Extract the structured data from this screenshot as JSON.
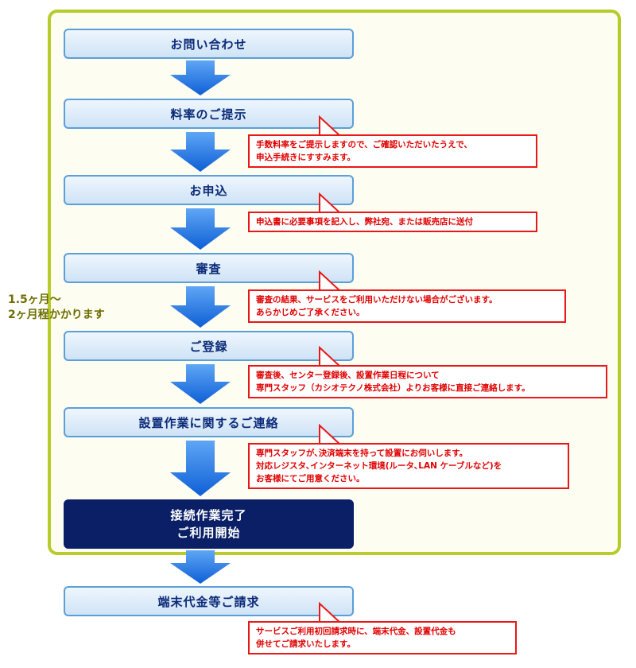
{
  "duration": {
    "line1": "1.5ヶ月～",
    "line2": "2ヶ月程かかります"
  },
  "steps": [
    {
      "label": "お問い合わせ"
    },
    {
      "label": "料率のご提示"
    },
    {
      "label": "お申込"
    },
    {
      "label": "審査"
    },
    {
      "label": "ご登録"
    },
    {
      "label": "設置作業に関するご連絡"
    },
    {
      "label_line1": "接続作業完了",
      "label_line2": "ご利用開始"
    },
    {
      "label": "端末代金等ご請求"
    }
  ],
  "callouts": [
    {
      "lines": [
        "手数料率をご提示しますので、ご確認いただいたうえで、",
        "申込手続きにすすみます。"
      ]
    },
    {
      "lines": [
        "申込書に必要事項を記入し、弊社宛、または販売店に送付"
      ]
    },
    {
      "lines": [
        "審査の結果、サービスをご利用いただけない場合がございます。",
        "あらかじめご了承ください。"
      ]
    },
    {
      "lines": [
        "審査後、センター登録後、設置作業日程について",
        "専門スタッフ（カシオテクノ株式会社）よりお客様に直接ご連絡します。"
      ]
    },
    {
      "lines": [
        "専門スタッフが､決済端末を持って設置にお伺いします。",
        "対応レジスタ､インターネット環境(ルータ､LAN ケーブルなど)を",
        "お客様にてご用意ください。"
      ]
    },
    {
      "lines": [
        "サービスご利用初回請求時に、端末代金、設置代金も",
        "併せてご請求いたします。"
      ]
    }
  ],
  "colors": {
    "frame_border": "#b7cc2a",
    "step_border": "#5b9fd8",
    "step_text": "#0b2a78",
    "final_step_bg": "#0a1f66",
    "arrow": "#1a6fe0",
    "callout_border": "#e81818",
    "callout_text": "#e00000",
    "duration_text": "#6e6e00"
  }
}
